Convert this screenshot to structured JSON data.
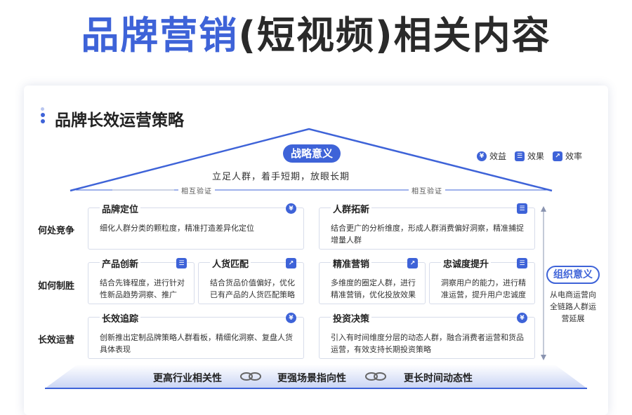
{
  "header": {
    "title_colored": "品牌营销",
    "title_rest": "(短视频)相关内容"
  },
  "section": {
    "title": "品牌长效运营策略"
  },
  "roof": {
    "strategic_label": "战略意义",
    "tagline": "立足人群，着手短期，放眼长期",
    "mutual_verify_left": "相互验证",
    "mutual_verify_right": "相互验证"
  },
  "legend": {
    "items": [
      {
        "icon": "yen-icon",
        "label": "效益"
      },
      {
        "icon": "doc-icon",
        "label": "效果"
      },
      {
        "icon": "trend-icon",
        "label": "效率"
      }
    ],
    "accent": "#3e63d8"
  },
  "rows": [
    {
      "label": "何处竞争"
    },
    {
      "label": "如何制胜"
    },
    {
      "label": "长效运营"
    }
  ],
  "boxes": {
    "brand_position": {
      "title": "品牌定位",
      "icon": "yen-icon",
      "desc": "细化人群分类的颗粒度，精准打造差异化定位"
    },
    "audience_expand": {
      "title": "人群拓新",
      "icon": "doc-icon",
      "desc": "结合更广的分析维度，形成人群消费偏好洞察，精准捕捉增量人群"
    },
    "product_innovate": {
      "title": "产品创新",
      "icon": "doc-icon",
      "desc": "结合先锋程度，进行针对性新品趋势洞察、推广"
    },
    "goods_match": {
      "title": "人货匹配",
      "icon": "trend-icon",
      "desc": "结合货品价值偏好，优化已有产品的人货匹配策略"
    },
    "precision_marketing": {
      "title": "精准营销",
      "icon": "trend-icon",
      "desc": "多维度的圈定人群，进行精准营销，优化投放效果"
    },
    "loyalty_boost": {
      "title": "忠诚度提升",
      "icon": "doc-icon",
      "desc": "洞察用户的能力，进行精准运营，提升用户忠诚度"
    },
    "long_tracking": {
      "title": "长效追踪",
      "icon": "yen-icon",
      "desc": "创新推出定制品牌策略人群看板，精细化洞察、复盘人货具体表现"
    },
    "invest_decision": {
      "title": "投资决策",
      "icon": "yen-icon",
      "desc": "引入有时间维度分层的动态人群，融合消费者运营和货品运营，有效支持长期投资策略"
    }
  },
  "org": {
    "label": "组织意义",
    "desc": "从电商运营向全链路人群运营延展"
  },
  "bottom": {
    "items": [
      "更高行业相关性",
      "更强场景指向性",
      "更长时间动态性"
    ]
  }
}
